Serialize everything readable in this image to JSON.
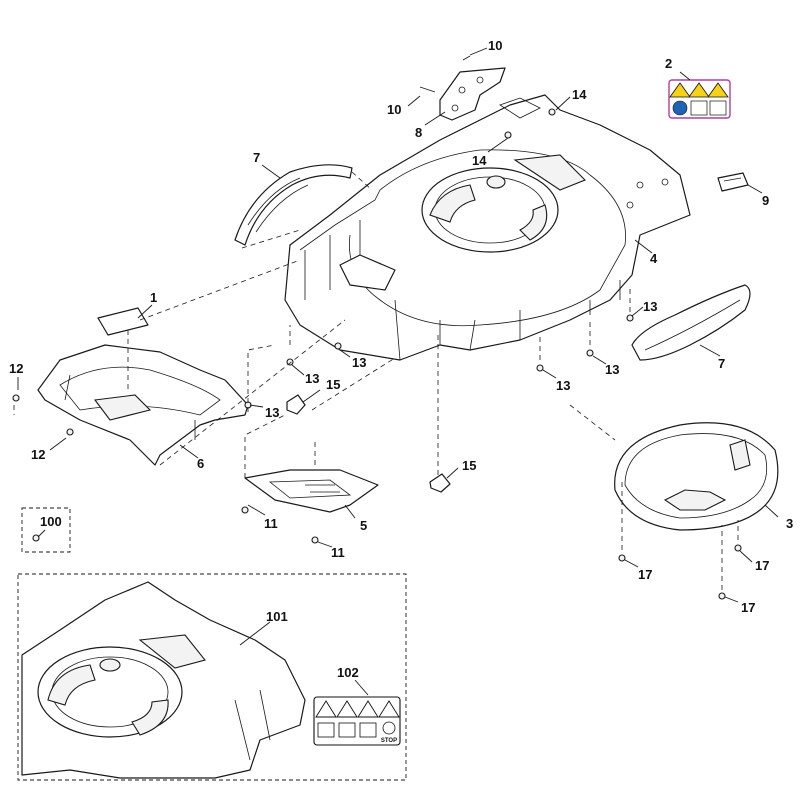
{
  "callouts": {
    "c1": "1",
    "c2": "2",
    "c3": "3",
    "c4": "4",
    "c5": "5",
    "c6": "6",
    "c7a": "7",
    "c7b": "7",
    "c8": "8",
    "c9": "9",
    "c10a": "10",
    "c10b": "10",
    "c11a": "11",
    "c11b": "11",
    "c12a": "12",
    "c12b": "12",
    "c13a": "13",
    "c13b": "13",
    "c13c": "13",
    "c13d": "13",
    "c13e": "13",
    "c13f": "13",
    "c14a": "14",
    "c14b": "14",
    "c15a": "15",
    "c15b": "15",
    "c17a": "17",
    "c17b": "17",
    "c17c": "17",
    "c100": "100",
    "c101": "101",
    "c102": "102"
  },
  "decal": {
    "stop_label": "STOP"
  },
  "colors": {
    "warning_yellow": "#f7d117",
    "mandatory_blue": "#1f64b4",
    "decal_border": "#b03fa0",
    "line": "#1a1a1a"
  }
}
